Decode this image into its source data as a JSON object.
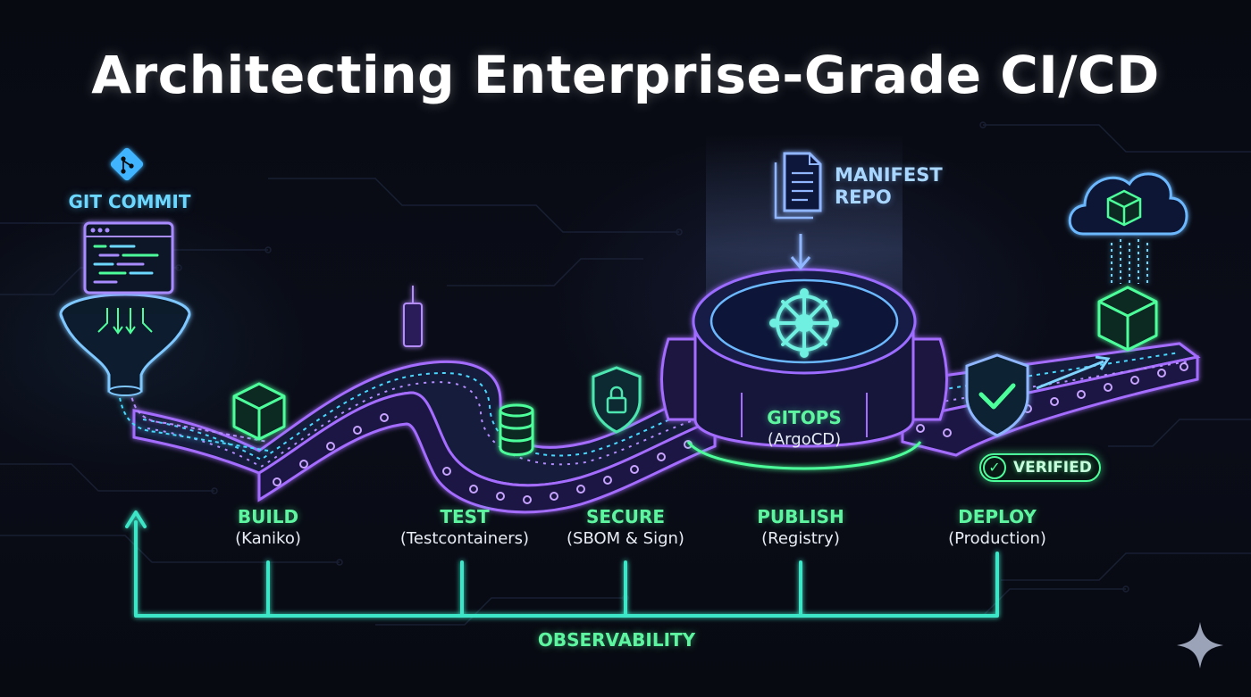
{
  "title": "Architecting Enterprise-Grade CI/CD",
  "source": {
    "label": "GIT COMMIT",
    "icon": "git-icon"
  },
  "manifest": {
    "line1": "MANIFEST",
    "line2": "REPO",
    "icon": "document-icon"
  },
  "gitops": {
    "label": "GITOPS",
    "sublabel": "(ArgoCD)",
    "icon": "kubernetes-helm-icon"
  },
  "stages": [
    {
      "label": "BUILD",
      "sublabel": "(Kaniko)",
      "icon": "cube-icon"
    },
    {
      "label": "TEST",
      "sublabel": "(Testcontainers)",
      "icon": "database-icon"
    },
    {
      "label": "SECURE",
      "sublabel": "(SBOM & Sign)",
      "icon": "lock-shield-icon"
    },
    {
      "label": "PUBLISH",
      "sublabel": "(Registry)",
      "icon": "kubernetes-helm-icon"
    },
    {
      "label": "DEPLOY",
      "sublabel": "(Production)",
      "icon": "check-shield-icon"
    }
  ],
  "verified_badge": "VERIFIED",
  "observability": "OBSERVABILITY",
  "colors": {
    "background": "#07090f",
    "green": "#5ef5a0",
    "cyan": "#6cd7ff",
    "purple": "#9b6cff",
    "title": "#ffffff"
  }
}
